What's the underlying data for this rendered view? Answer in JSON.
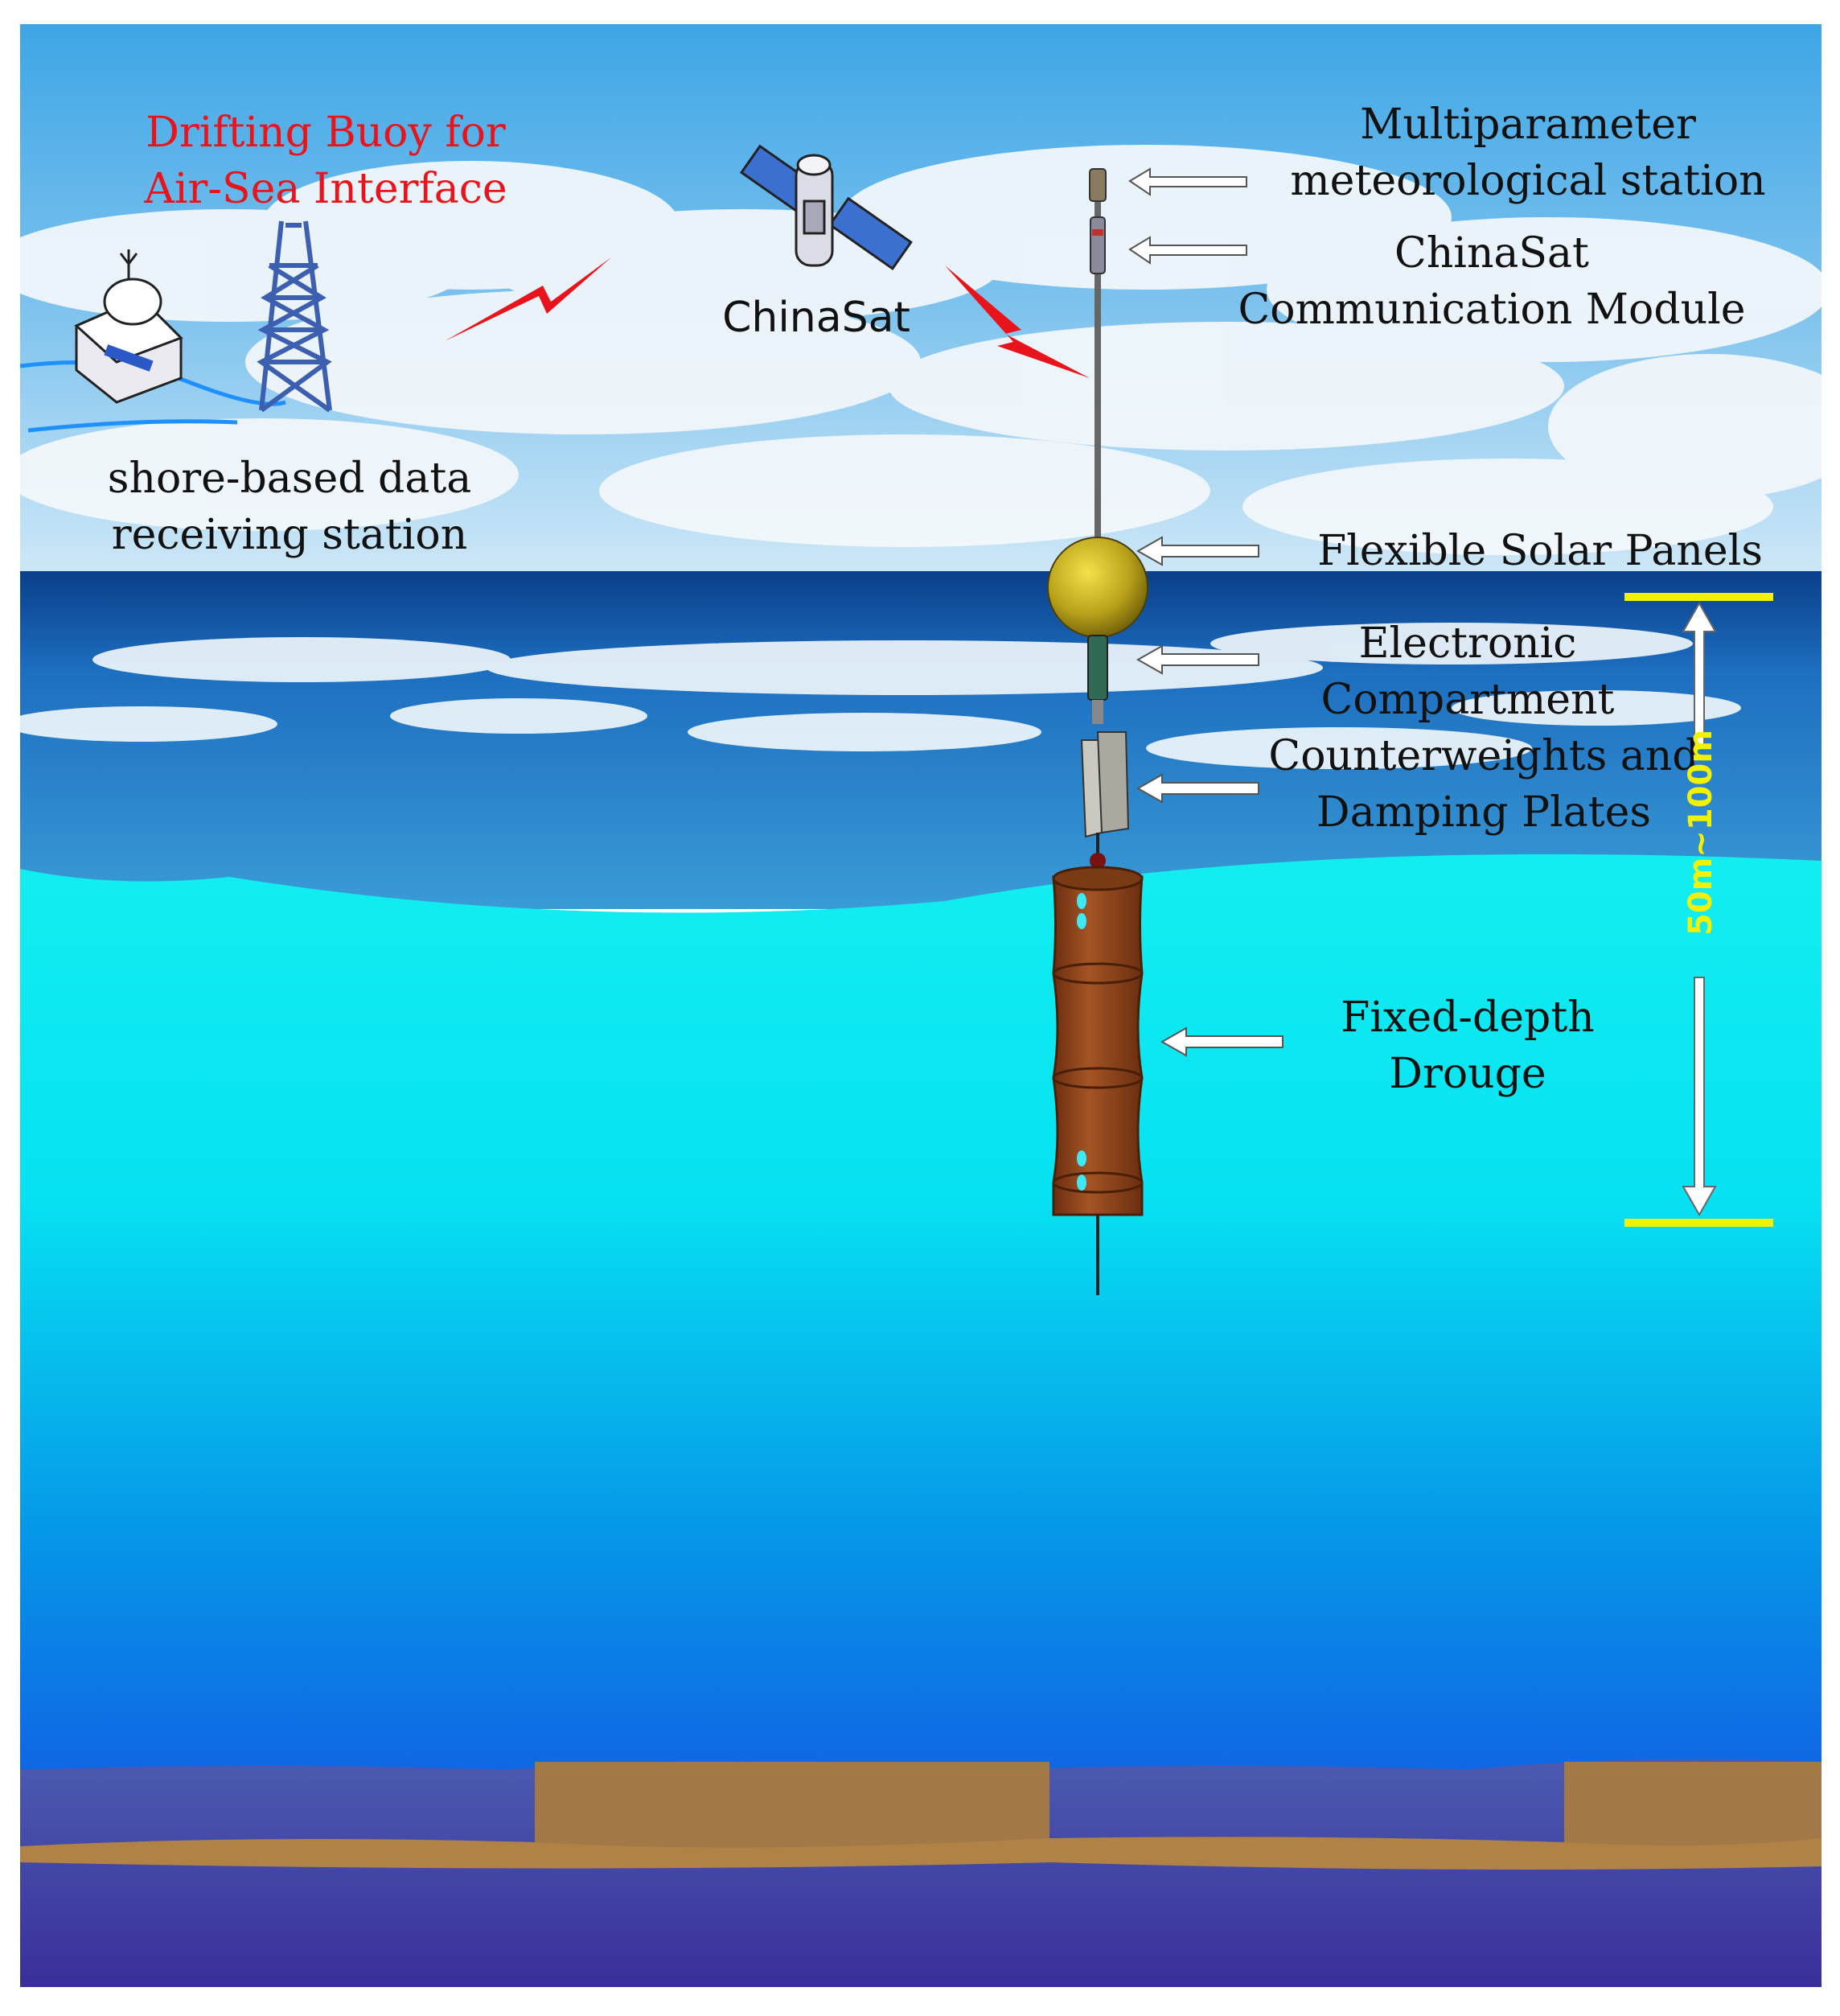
{
  "title": [
    "Drifting Buoy for",
    "Air-Sea Interface"
  ],
  "shore_station": [
    "shore-based data",
    "receiving station"
  ],
  "satellite": "ChinaSat",
  "components": {
    "met_station": [
      "Multiparameter",
      "meteorological station"
    ],
    "comm_module": [
      "ChinaSat",
      "Communication Module"
    ],
    "solar_panels": "Flexible Solar Panels",
    "electronic": [
      "Electronic",
      "Compartment"
    ],
    "counterweights": [
      "Counterweights and",
      "Damping Plates"
    ],
    "drogue": [
      "Fixed-depth",
      "Drouge"
    ]
  },
  "depth_range": "50m~100m",
  "colors": {
    "title": "#e8141b",
    "depth_marker": "#f2f200",
    "float": "#c9b41e",
    "drogue": "#9a4a1e",
    "lightning": "#e8141b"
  }
}
